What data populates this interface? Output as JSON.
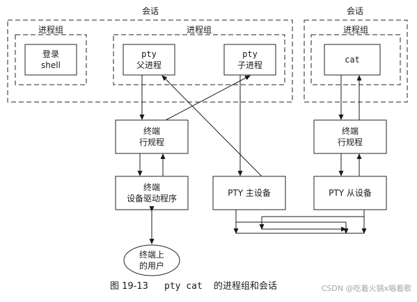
{
  "session_label_left": "会话",
  "session_label_right": "会话",
  "group_label_shell": "进程组",
  "group_label_pty": "进程组",
  "group_label_cat": "进程组",
  "boxes": {
    "login_shell": [
      "登录",
      "shell"
    ],
    "pty_parent": [
      "pty",
      "父进程"
    ],
    "pty_child": [
      "pty",
      "子进程"
    ],
    "cat": [
      "cat"
    ],
    "line_discipline_left": [
      "终端",
      "行规程"
    ],
    "line_discipline_right": [
      "终端",
      "行规程"
    ],
    "terminal_driver": [
      "终端",
      "设备驱动程序"
    ],
    "pty_master": [
      "PTY 主设备"
    ],
    "pty_slave": [
      "PTY 从设备"
    ],
    "user": [
      "终端上",
      "的用户"
    ]
  },
  "caption": {
    "figure": "图 19-13",
    "command": "pty cat",
    "text": "的进程组和会话"
  },
  "watermark": "CSDN @吃着火锅x唱着歌"
}
